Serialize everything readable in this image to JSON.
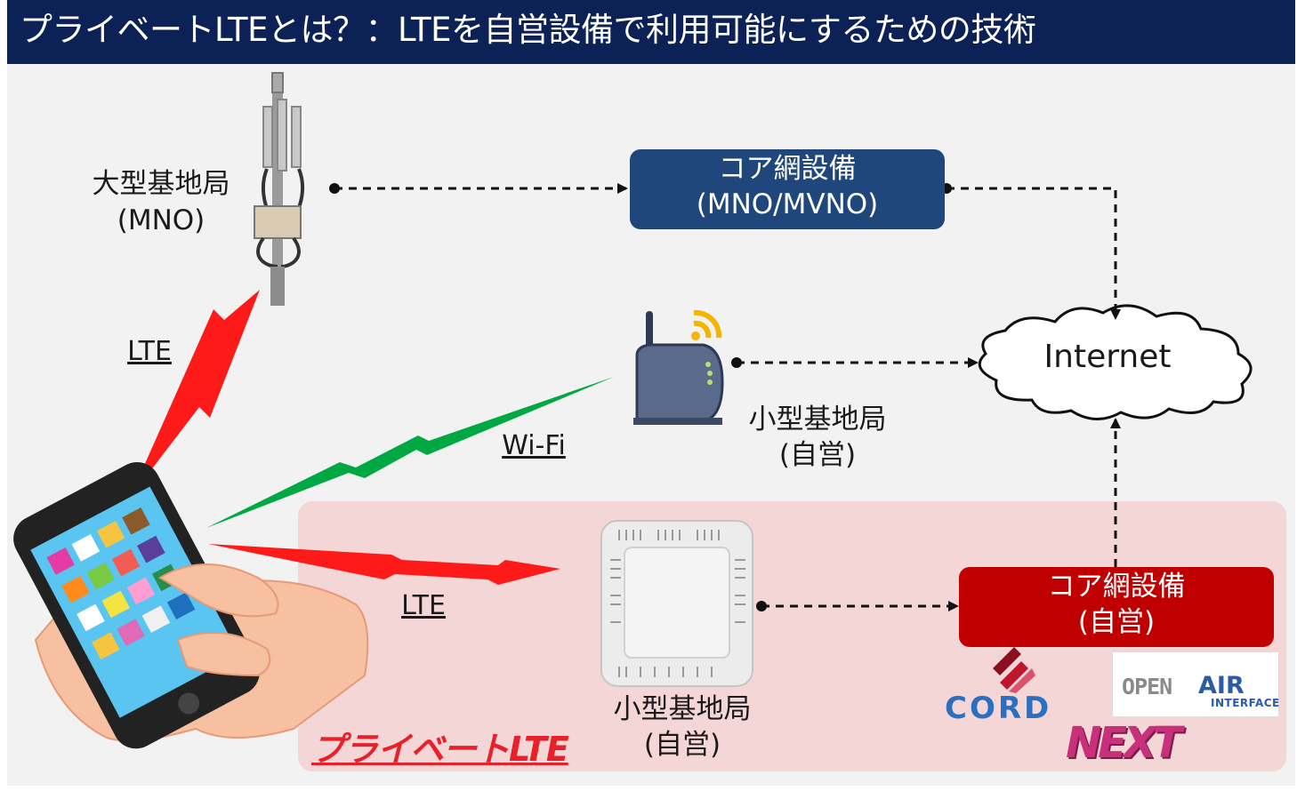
{
  "header": {
    "title": "プライベートLTEとは？：LTEを自営設備で利用可能にするための技術"
  },
  "labels": {
    "macro_bs": "大型基地局",
    "macro_bs_sub": "(MNO)",
    "wifi_ap": "小型基地局",
    "wifi_ap_sub": "(自営)",
    "small_cell": "小型基地局",
    "small_cell_sub": "(自営)",
    "lte_upper": "LTE",
    "wifi": "Wi-Fi",
    "lte_lower": "LTE",
    "private_lte": "プライベートLTE"
  },
  "nodes": {
    "core_mno": {
      "line1": "コア網設備",
      "line2": "(MNO/MVNO)",
      "color": "#1f477b"
    },
    "internet": {
      "label": "Internet"
    },
    "core_private": {
      "line1": "コア網設備",
      "line2": "(自営)",
      "color": "#c00000"
    }
  },
  "logos": {
    "cord": "CORD",
    "oai_open": "OPEN",
    "oai_air": "AIR",
    "oai_interface": "INTERFACE",
    "next": "NEXT"
  },
  "colors": {
    "header_bg": "#0c2257",
    "canvas_bg": "#f2f2f2",
    "private_zone": "#f5d6d6",
    "lte_signal": "#ff1a1a",
    "wifi_signal": "#00a844"
  },
  "icons": [
    "cell-tower-icon",
    "wifi-router-icon",
    "small-cell-icon",
    "smartphone-hand-icon",
    "wifi-signal-icon"
  ]
}
